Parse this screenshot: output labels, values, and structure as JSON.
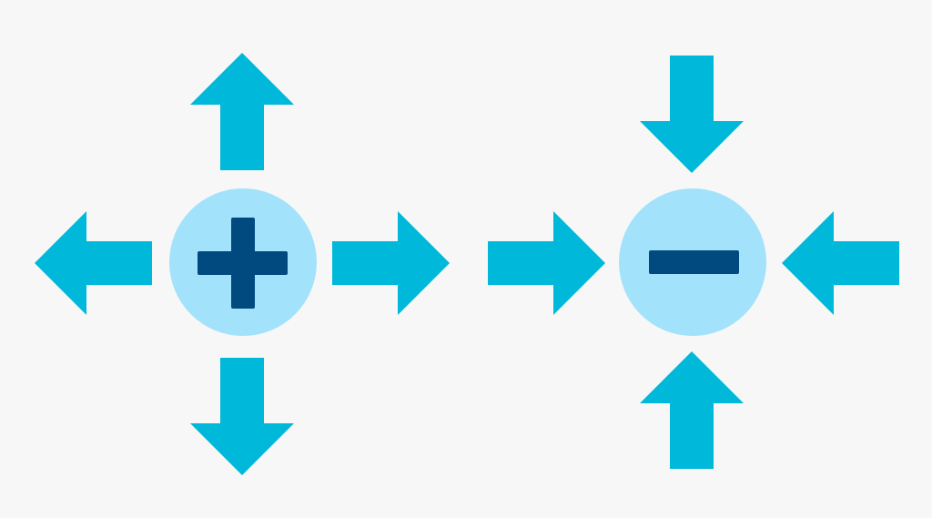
{
  "colors": {
    "background": "#f7f7f7",
    "arrow": "#00b8d9",
    "circle": "#a3e2fb",
    "symbol": "#014a80"
  },
  "groups": [
    {
      "name": "expand-group",
      "symbol": "plus-icon",
      "arrow_direction": "outward",
      "arrows": [
        "up",
        "down",
        "left",
        "right"
      ]
    },
    {
      "name": "contract-group",
      "symbol": "minus-icon",
      "arrow_direction": "inward",
      "arrows": [
        "down",
        "up",
        "right",
        "left"
      ]
    }
  ]
}
